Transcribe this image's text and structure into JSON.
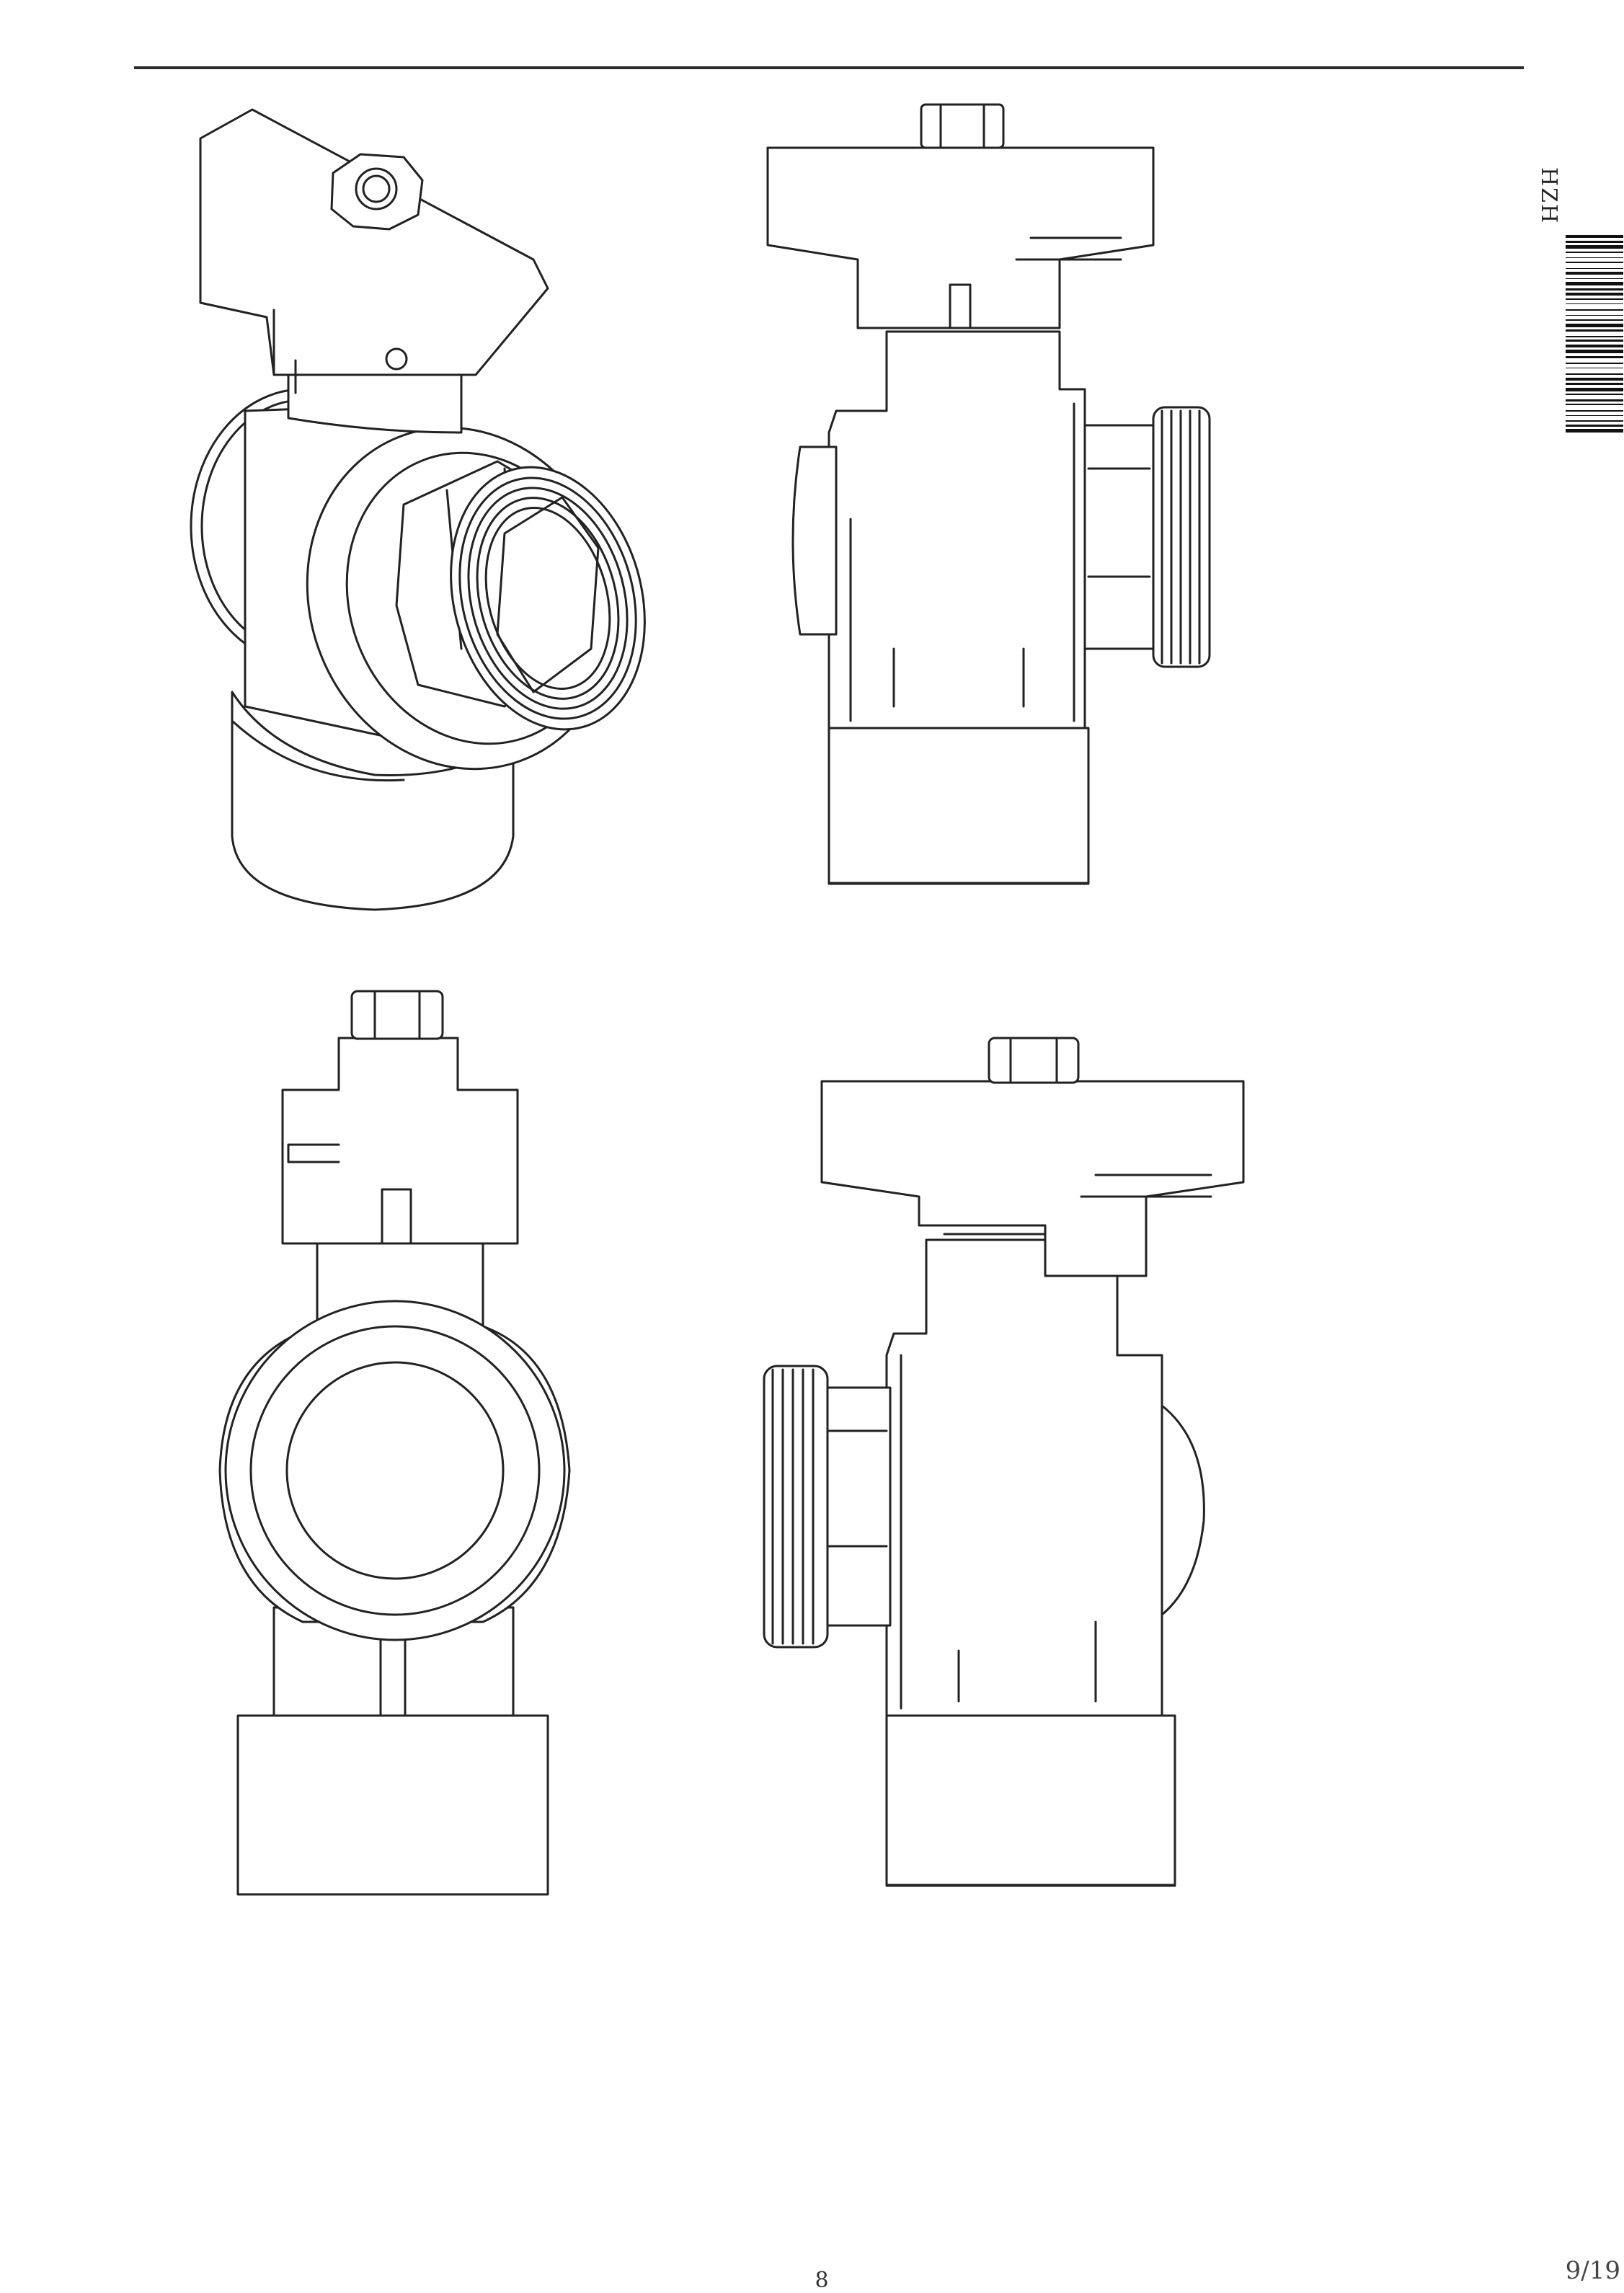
{
  "header": {
    "side_code": "HZH"
  },
  "footer": {
    "page_number": "8",
    "page_count": "9/19"
  },
  "figures": {
    "views": [
      {
        "id": "iso",
        "icon": "valve-isometric-view"
      },
      {
        "id": "right",
        "icon": "valve-side-view-right"
      },
      {
        "id": "front",
        "icon": "valve-front-view"
      },
      {
        "id": "left",
        "icon": "valve-side-view-left"
      }
    ]
  },
  "colors": {
    "line": "#222222",
    "paper": "#ffffff"
  }
}
